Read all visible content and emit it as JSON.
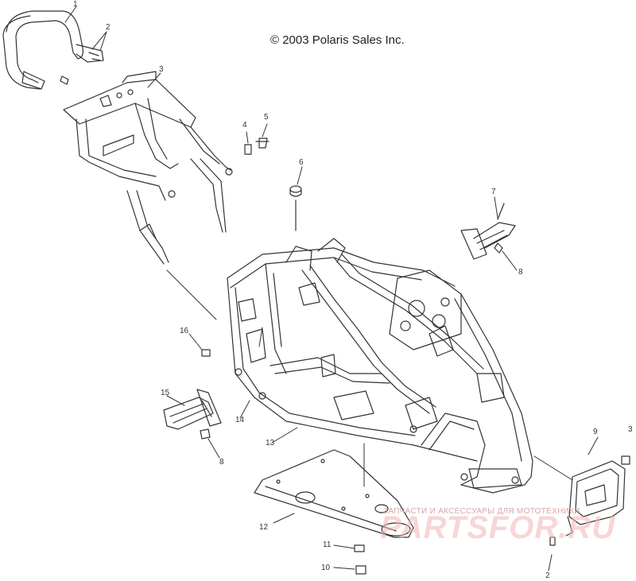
{
  "copyright": "© 2003 Polaris Sales Inc.",
  "callouts": [
    "1",
    "2",
    "3",
    "4",
    "5",
    "6",
    "7",
    "8",
    "16",
    "15",
    "14",
    "13",
    "12",
    "11",
    "10",
    "9",
    "3",
    "2",
    "8"
  ],
  "watermark": {
    "tagline": "ЗАПЧАСТИ И АКСЕССУАРЫ ДЛЯ МОТОТЕХНИКИ",
    "brand": "PARTSFOR.RU"
  }
}
